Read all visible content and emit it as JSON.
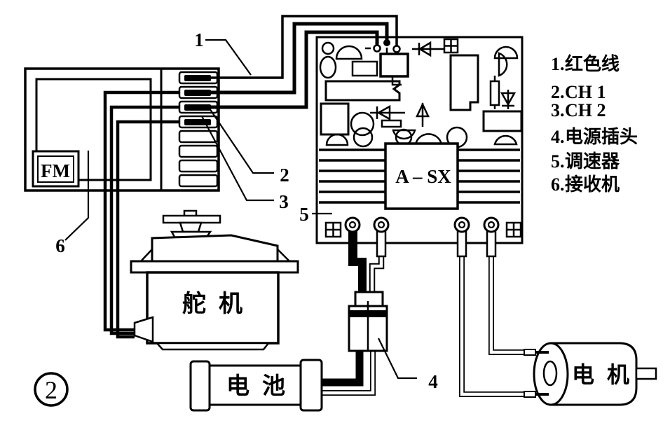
{
  "figure": {
    "number": "2"
  },
  "diagram": {
    "receiver_badge": "FM",
    "esc_chip_label": "A – SX",
    "servo_label": "舵机",
    "battery_label": "电池",
    "motor_label": "电机"
  },
  "callouts": {
    "c1": "1",
    "c2": "2",
    "c3": "3",
    "c4": "4",
    "c5": "5",
    "c6": "6"
  },
  "legend": {
    "items": [
      {
        "num": "1.",
        "label": "红色线"
      },
      {
        "num": "2.",
        "label": "CH 1"
      },
      {
        "num": "3.",
        "label": "CH 2"
      },
      {
        "num": "4.",
        "label": "电源插头"
      },
      {
        "num": "5.",
        "label": "调速器"
      },
      {
        "num": "6.",
        "label": "接收机"
      }
    ]
  },
  "colors": {
    "line": "#000000",
    "background": "#ffffff"
  }
}
